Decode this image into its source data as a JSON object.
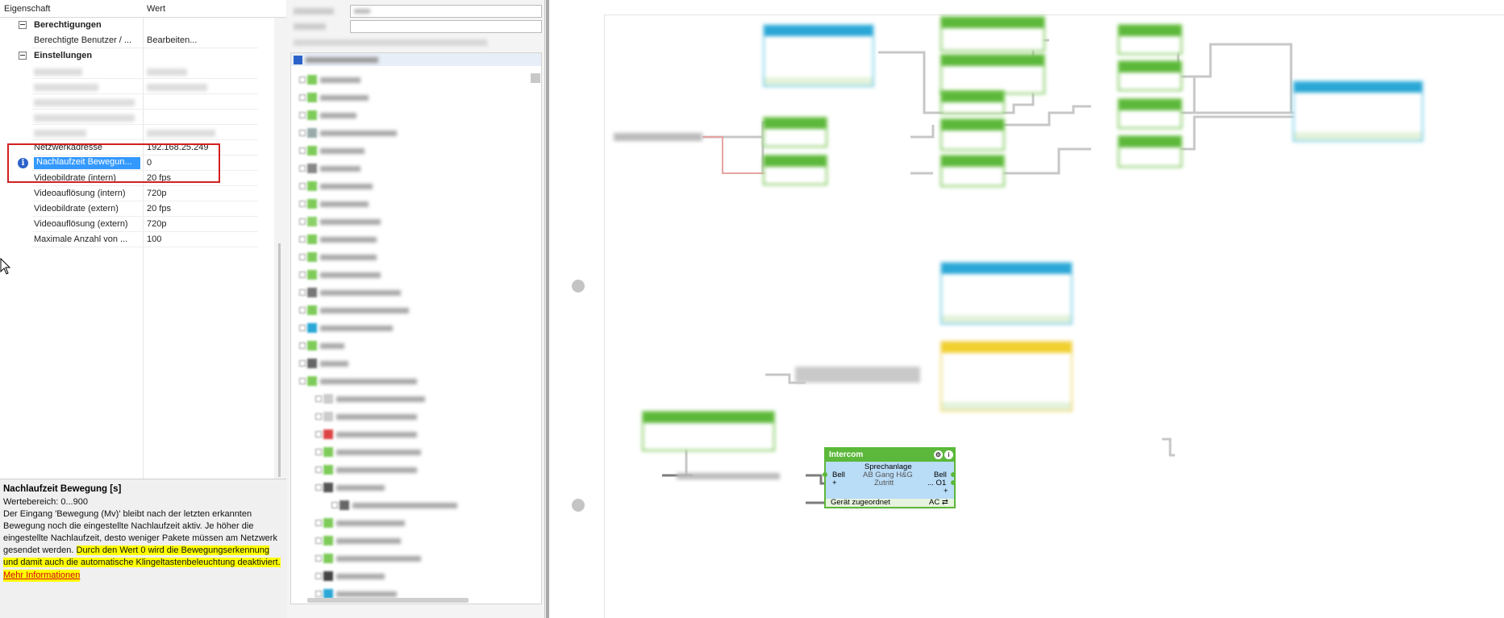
{
  "properties": {
    "header": {
      "col_name": "Eigenschaft",
      "col_value": "Wert"
    },
    "categories": {
      "permissions": "Berechtigungen",
      "settings": "Einstellungen"
    },
    "rows": {
      "authorized_users": {
        "name": "Berechtigte Benutzer / ...",
        "value": "Bearbeiten..."
      },
      "network_address": {
        "name": "Netzwerkadresse",
        "value": "192.168.25.249"
      },
      "motion_runtime": {
        "name": "Nachlaufzeit Bewegun...",
        "value": "0"
      },
      "video_fps_intern": {
        "name": "Videobildrate (intern)",
        "value": "20 fps"
      },
      "video_res_intern": {
        "name": "Videoauflösung (intern)",
        "value": "720p"
      },
      "video_fps_extern": {
        "name": "Videobildrate (extern)",
        "value": "20 fps"
      },
      "video_res_extern": {
        "name": "Videoauflösung (extern)",
        "value": "720p"
      },
      "max_count": {
        "name": "Maximale Anzahl von ...",
        "value": "100"
      }
    }
  },
  "description": {
    "title": "Nachlaufzeit Bewegung [s]",
    "range": "Wertebereich: 0...900",
    "text_normal": "Der Eingang 'Bewegung (Mv)' bleibt nach der letzten erkannten Bewegung noch die eingestellte Nachlaufzeit aktiv. Je höher die eingestellte Nachlaufzeit, desto weniger Pakete müssen am Netzwerk gesendet werden.",
    "text_highlight": "Durch den Wert 0 wird die Bewegungserkennung und damit auch die automatische Klingeltastenbeleuchtung deaktiviert.",
    "link": "Mehr Informationen"
  },
  "intercom_block": {
    "title": "Intercom",
    "subtitle": "Sprechanlage",
    "input_label": "Bell",
    "room": "AB Gang H&G",
    "category": "Zutritt",
    "out_bell": "Bell",
    "out_o1": "... O1",
    "plus": "+",
    "footer_left": "Gerät zugeordnet",
    "footer_right": "AC ⇄"
  },
  "colors": {
    "selection": "#3399ff",
    "highlight_border": "#d21f1f",
    "highlight_text_bg": "#ffff00",
    "block_green": "#5cb83a",
    "block_blue": "#2aa7d6",
    "block_yellow": "#f1cf2e",
    "intercom_body": "#b9dcf7"
  }
}
